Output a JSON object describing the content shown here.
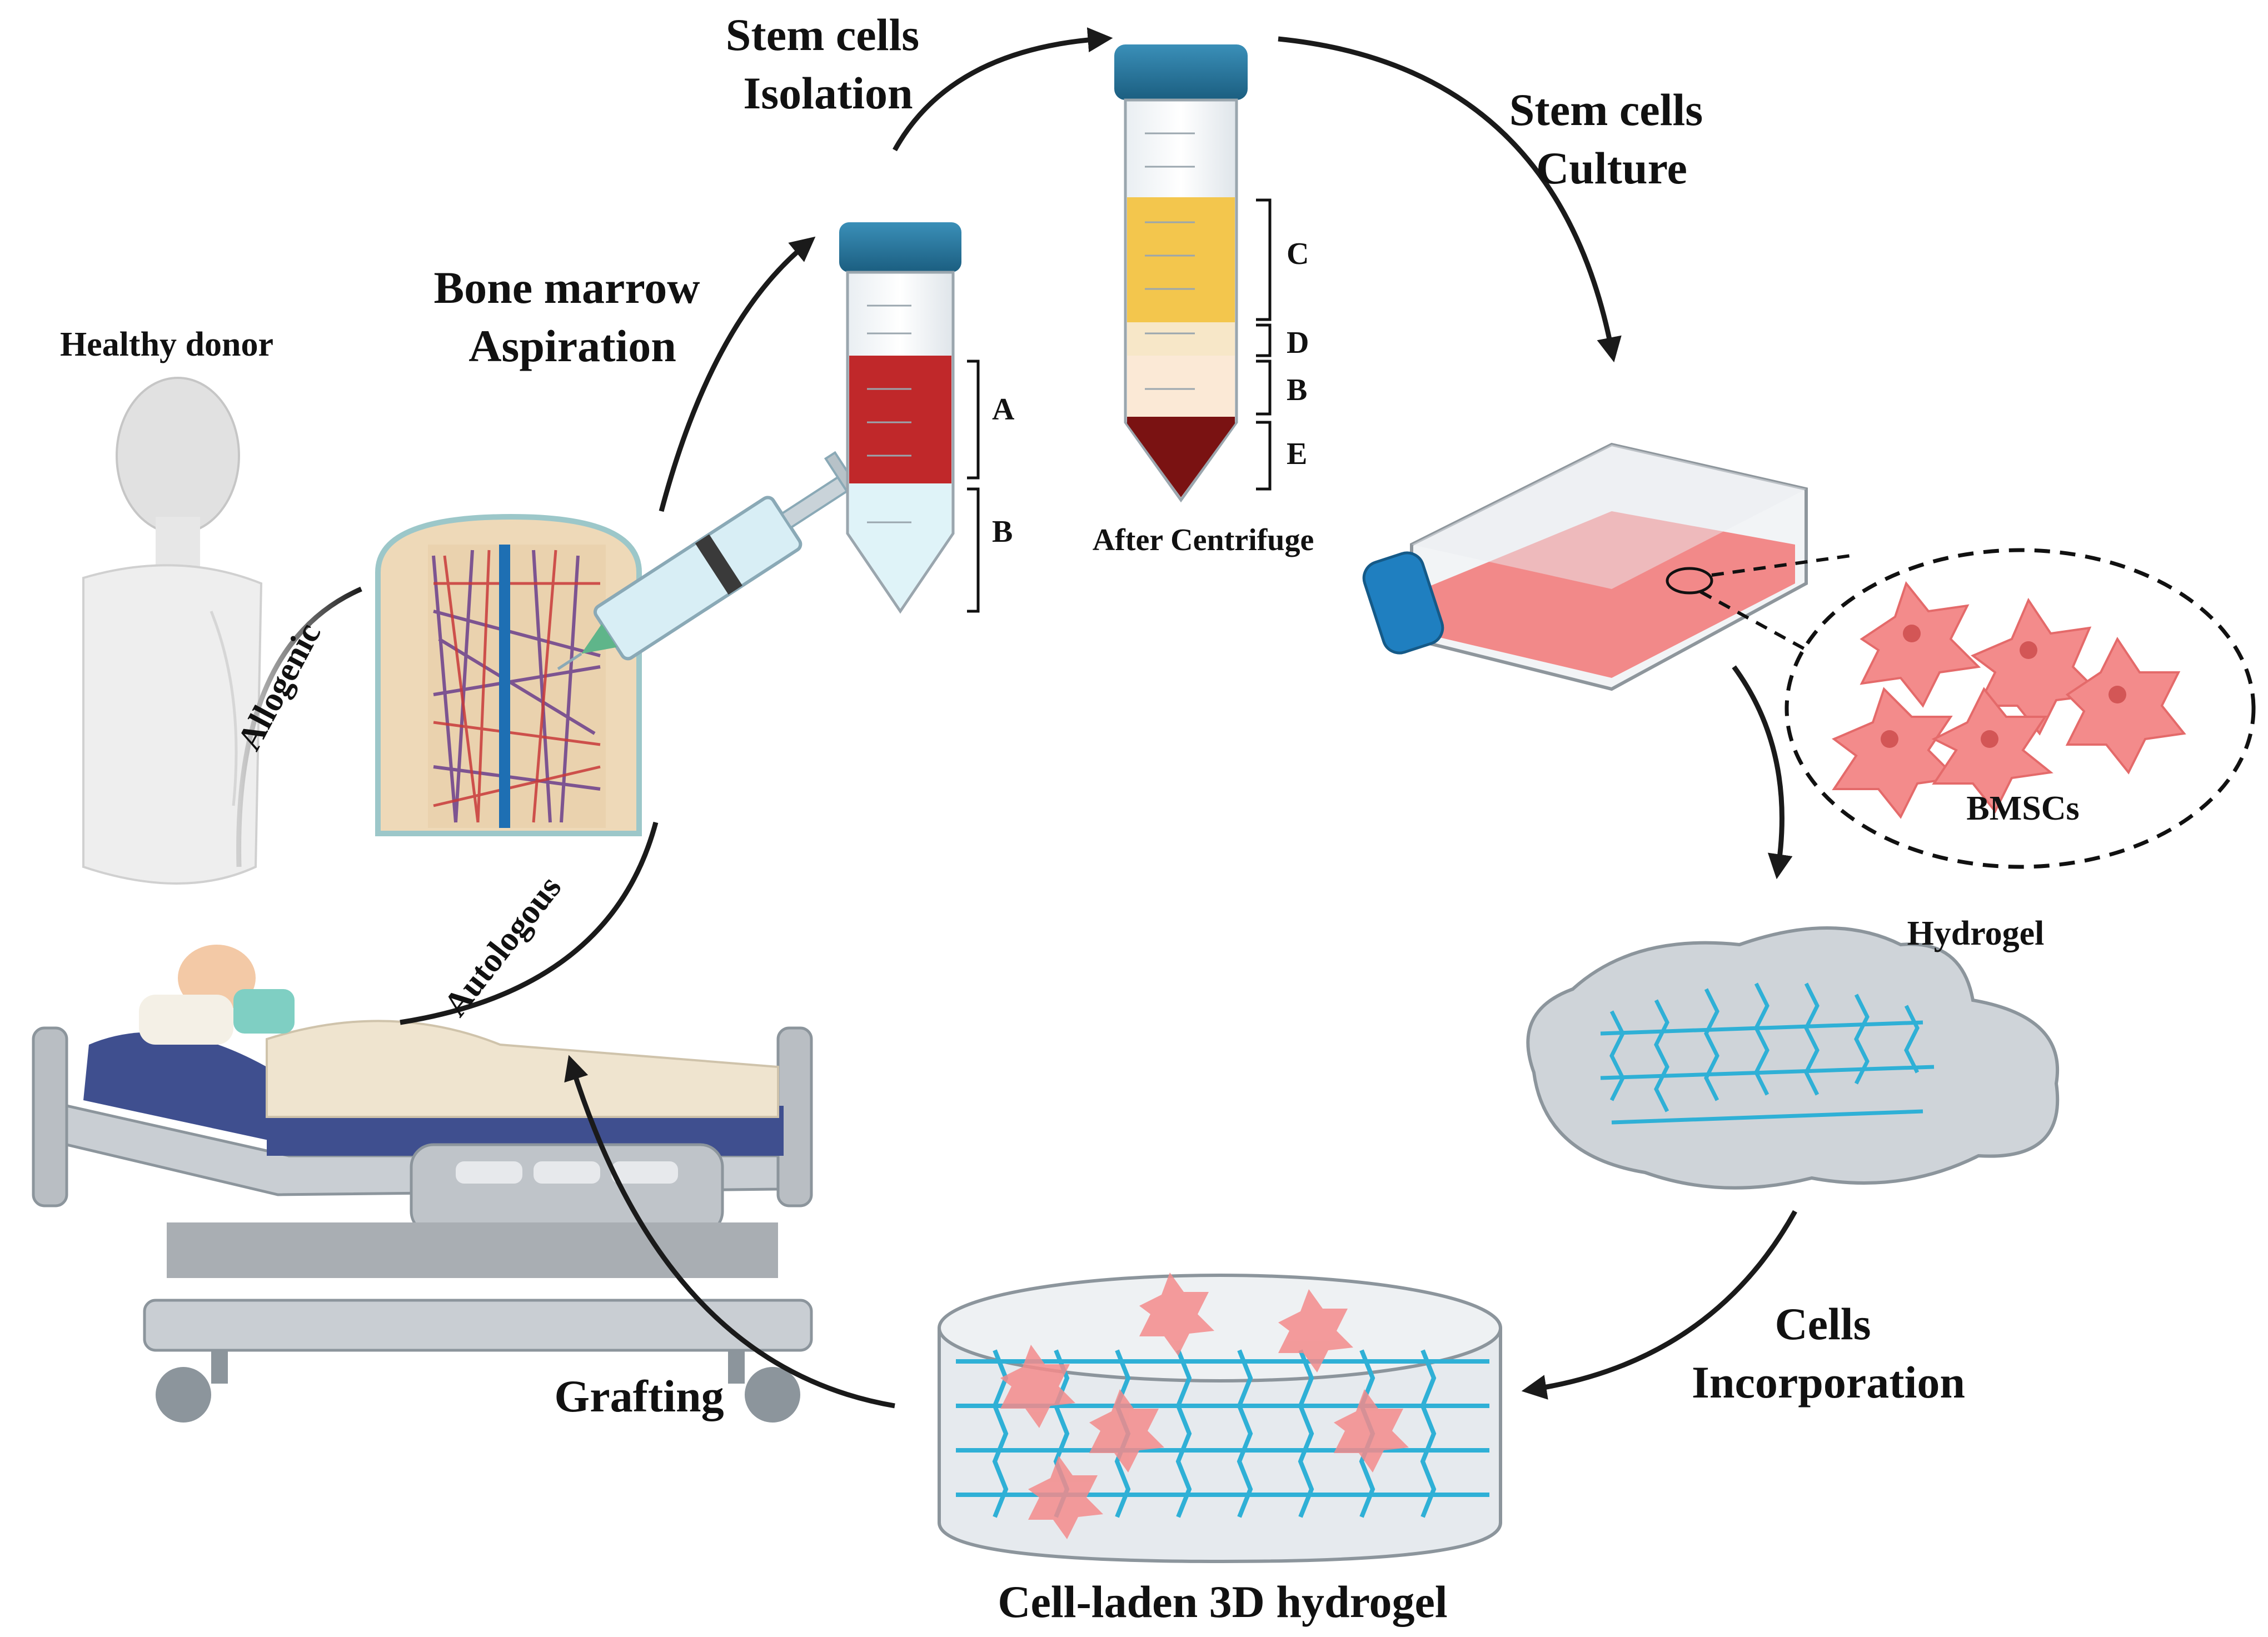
{
  "labels": {
    "healthy_donor": "Healthy donor",
    "bone_marrow_line1": "Bone marrow",
    "bone_marrow_line2": "Aspiration",
    "isolation_line1": "Stem cells",
    "isolation_line2": "Isolation",
    "culture_line1": "Stem cells",
    "culture_line2": "Culture",
    "allogenic": "Allogenic",
    "autologous": "Autologous",
    "after_centrifuge": "After Centrifuge",
    "bmscs": "BMSCs",
    "hydrogel": "Hydrogel",
    "incorporation_line1": "Cells",
    "incorporation_line2": "Incorporation",
    "grafting": "Grafting",
    "cell_laden": "Cell-laden 3D hydrogel"
  },
  "tube1_layers": [
    "A",
    "B"
  ],
  "tube2_layers": [
    "C",
    "D",
    "B",
    "E"
  ],
  "colors": {
    "blood_red": "#c0282a",
    "plasma_yellow": "#f3c64d",
    "cap_blue": "#1f6f96",
    "culture_pink": "#f08080",
    "hydrogel_blue": "#2fb0d6",
    "arrow_dark": "#1a1a1a"
  }
}
